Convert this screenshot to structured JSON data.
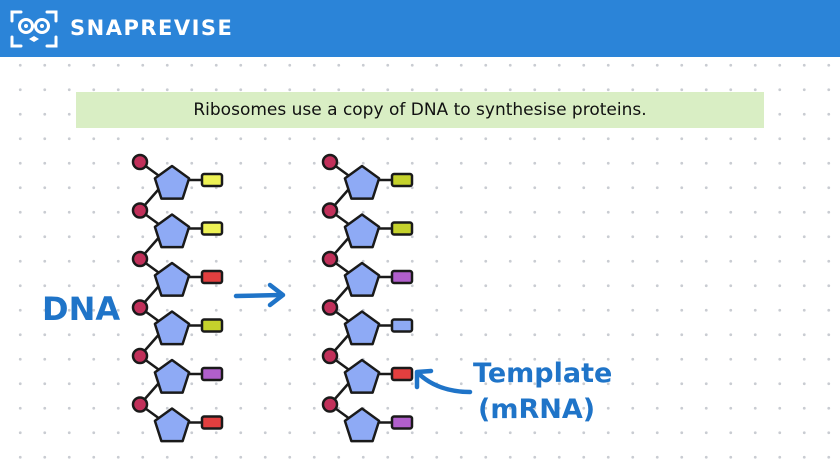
{
  "header": {
    "brand": "SNAPREVISE",
    "background_color": "#2b84d8",
    "logo_icon": "owl-glasses-logo-icon"
  },
  "banner": {
    "text": "Ribosomes use a copy of DNA to synthesise proteins.",
    "background_color": "#d9eec4"
  },
  "labels": {
    "dna": "DNA",
    "template_line1": "Template",
    "template_line2": "(mRNA)",
    "color": "#1f74c8"
  },
  "strands": {
    "dna_bases": [
      "yellow",
      "yellow",
      "red",
      "olive",
      "purple",
      "red"
    ],
    "template_bases": [
      "olive",
      "olive",
      "purple",
      "blue",
      "red",
      "purple"
    ]
  },
  "colors": {
    "phosphate": "#c1305a",
    "sugar": "#8eaaf5",
    "yellow": "#eef255",
    "red": "#e23f3f",
    "olive": "#c5d22c",
    "purple": "#b15fcc",
    "blue": "#8eaaf5"
  },
  "icons": {
    "arrow_right": "arrow-right-icon",
    "arrow_pointer": "curved-arrow-icon"
  }
}
